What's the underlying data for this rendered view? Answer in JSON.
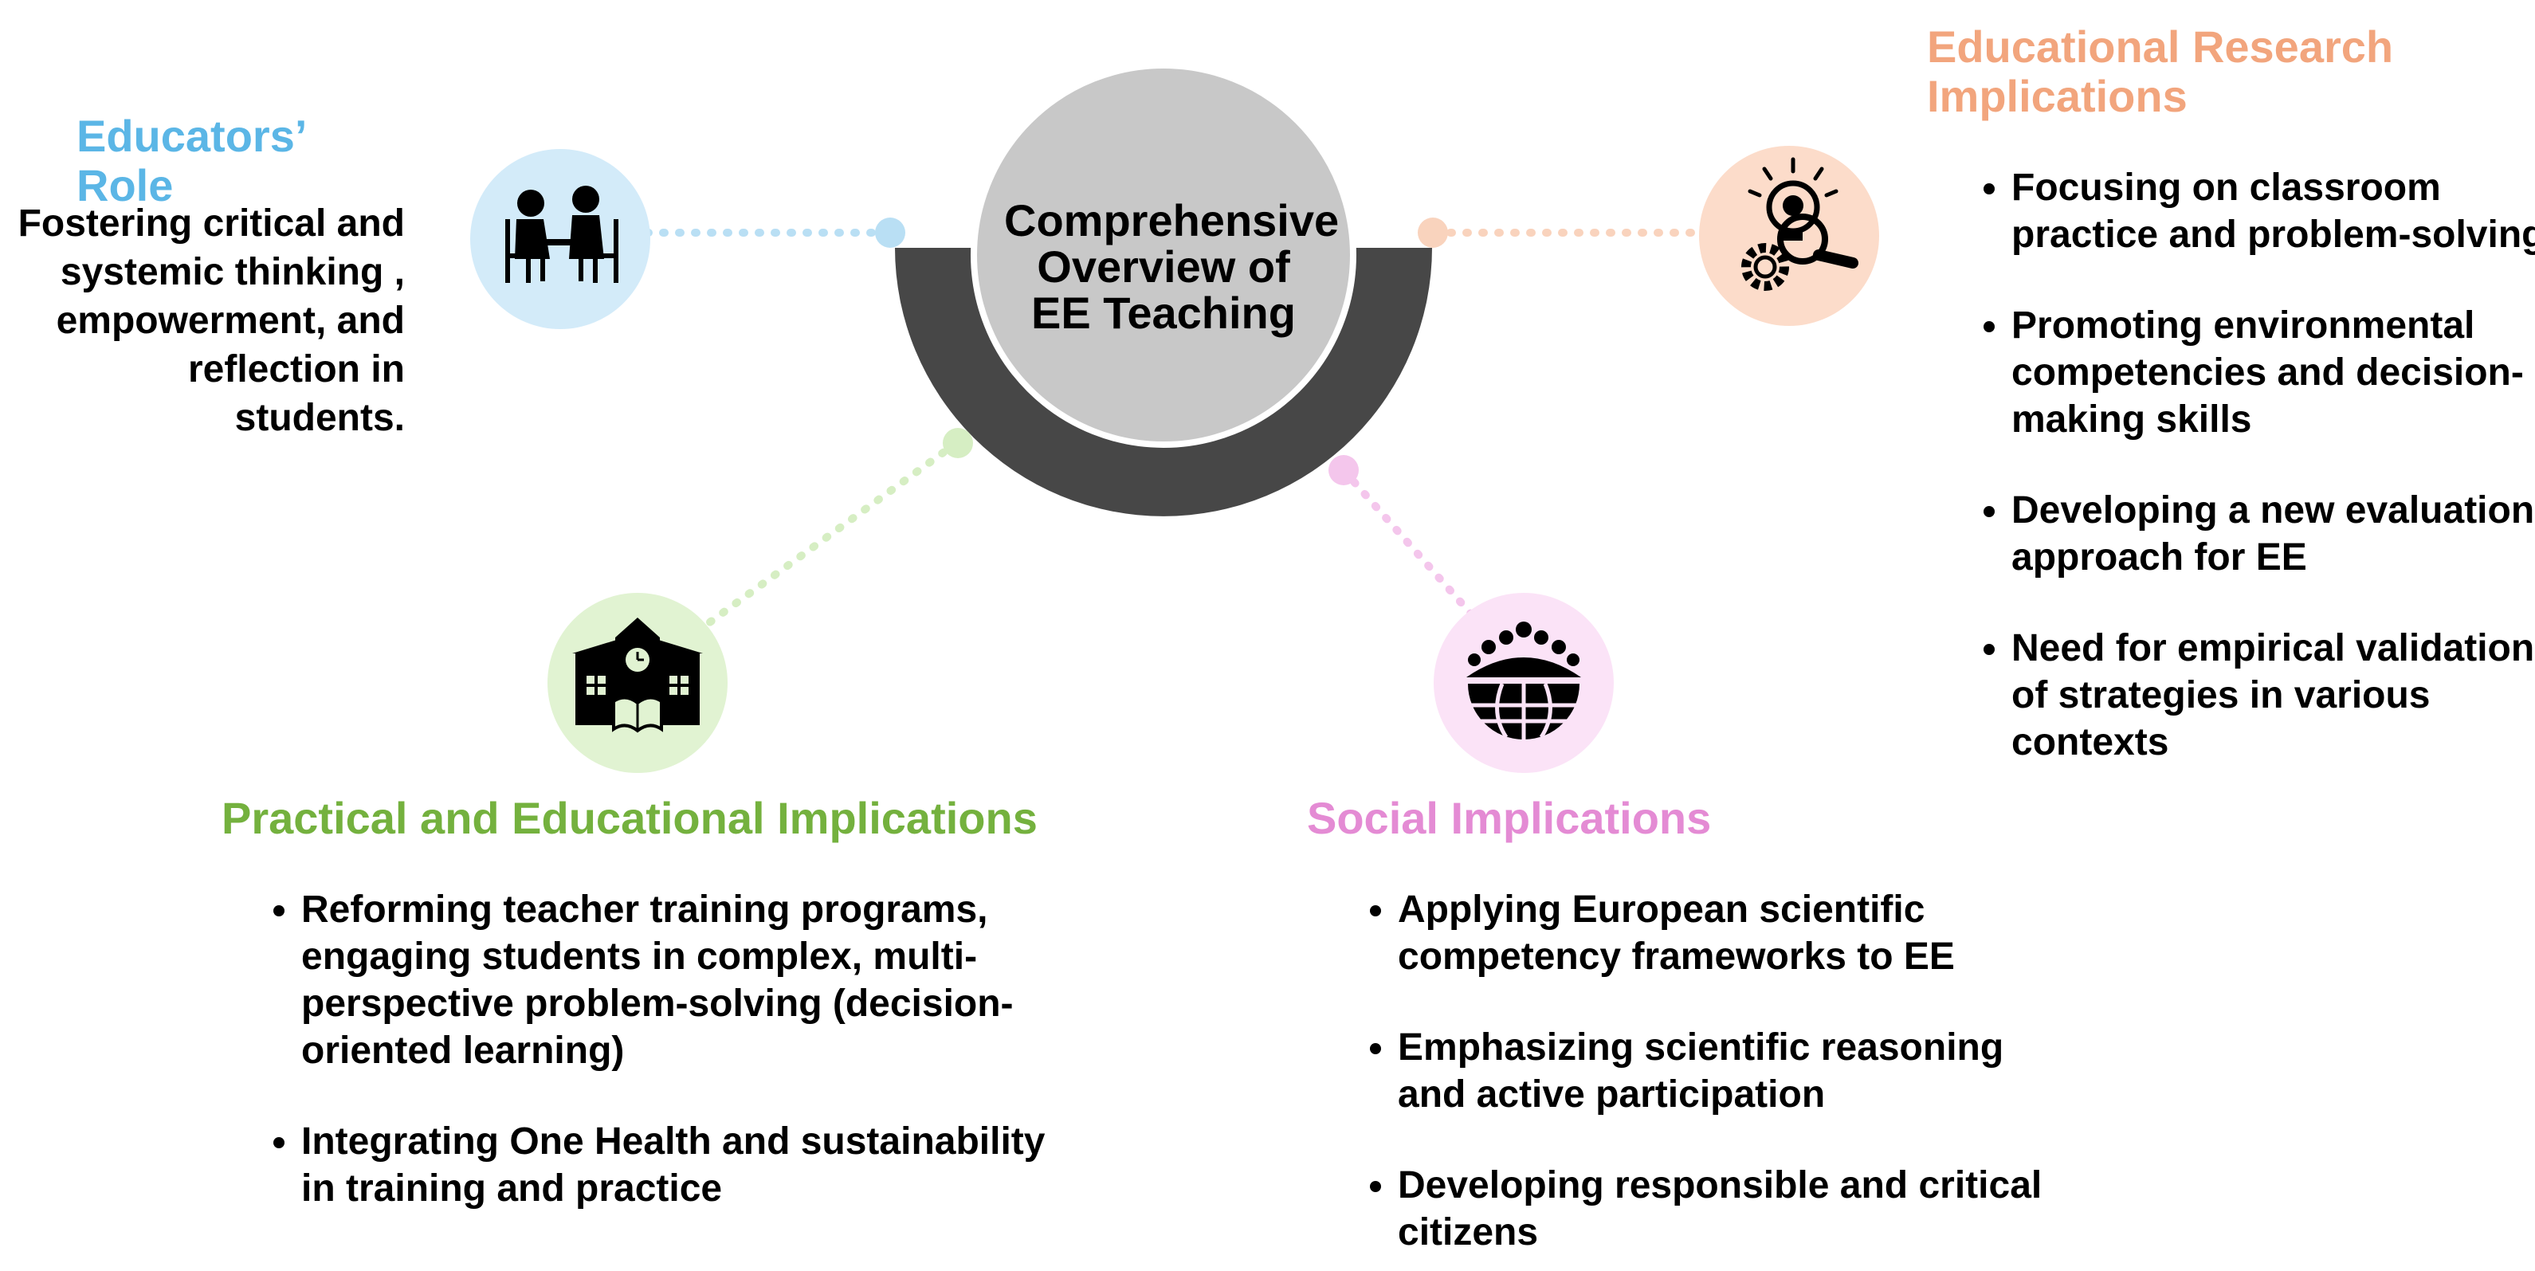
{
  "center": {
    "title": "Comprehensive Overview of EE Teaching"
  },
  "educators_role": {
    "title": "Educators’ Role",
    "text": "Fostering critical and systemic thinking , empowerment, and reflection in students.",
    "icon": "teacher-student-desk-icon"
  },
  "research": {
    "title": "Educational Research Implications",
    "icon": "idea-gear-magnifier-icon",
    "items": [
      "Focusing on classroom practice and problem-solving",
      "Promoting environmental competencies and decision-making skills",
      "Developing a new evaluation approach for EE",
      "Need for empirical validation of strategies in various contexts"
    ]
  },
  "practical": {
    "title": "Practical and Educational Implications",
    "icon": "school-book-icon",
    "items": [
      "Reforming teacher training programs, engaging students in complex, multi-perspective problem-solving (decision-oriented learning)",
      "Integrating One Health and sustainability in training and practice"
    ]
  },
  "social": {
    "title": "Social Implications",
    "icon": "people-globe-icon",
    "items": [
      " Applying European scientific competency frameworks to EE",
      "Emphasizing scientific reasoning and active participation",
      "Developing responsible and critical citizens"
    ]
  },
  "colors": {
    "blue": "#5bb6e6",
    "orange": "#f2a57d",
    "green": "#74b13e",
    "pink": "#e48bd4",
    "center_fill": "#c8c8c8",
    "arc_fill": "#474747"
  }
}
